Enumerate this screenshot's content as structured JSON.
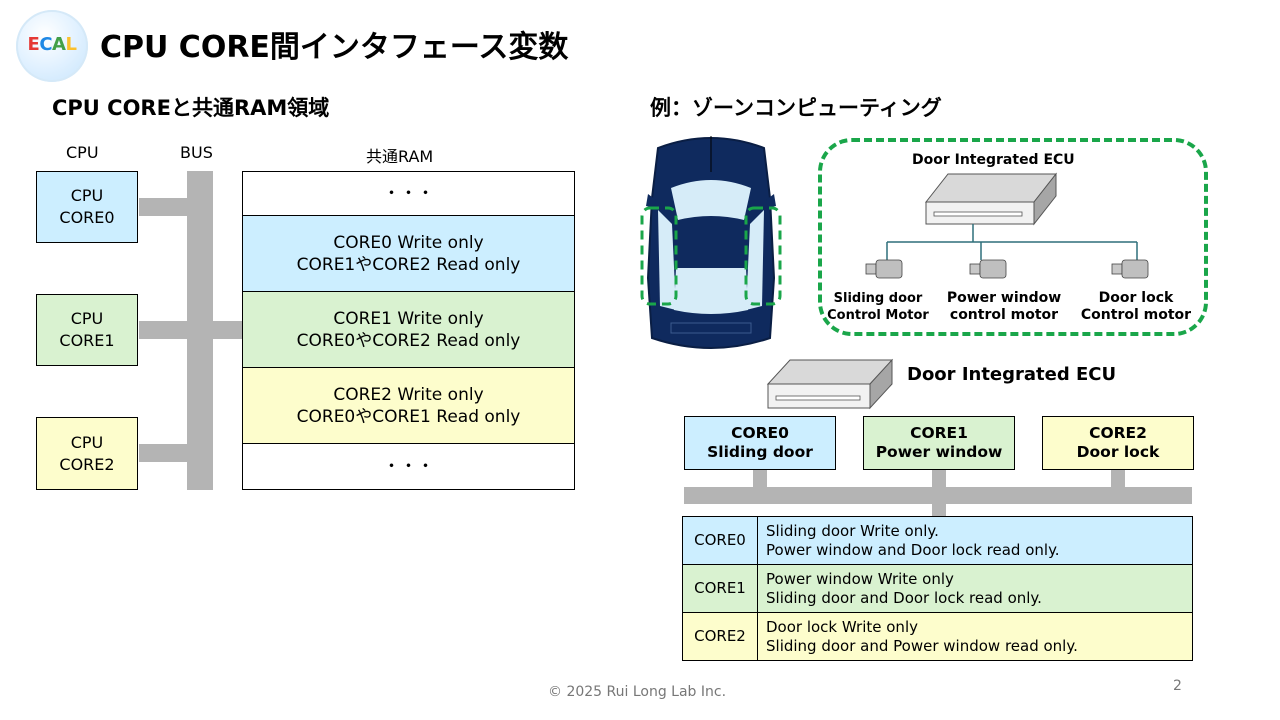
{
  "header": {
    "logo": {
      "letters": [
        {
          "ch": "E",
          "color": "#e53935"
        },
        {
          "ch": "C",
          "color": "#1e88e5"
        },
        {
          "ch": "A",
          "color": "#43a047"
        },
        {
          "ch": "L",
          "color": "#fbc02d"
        }
      ]
    },
    "title": "CPU CORE間インタフェース変数"
  },
  "left": {
    "subtitle": "CPU COREと共通RAM領域",
    "col_cpu": "CPU",
    "col_bus": "BUS",
    "col_ram": "共通RAM",
    "cpus": [
      {
        "line1": "CPU",
        "line2": "CORE0",
        "color": "#cceeff"
      },
      {
        "line1": "CPU",
        "line2": "CORE1",
        "color": "#d9f2d0"
      },
      {
        "line1": "CPU",
        "line2": "CORE2",
        "color": "#fdfdcc"
      }
    ],
    "ram": {
      "ellipsis": "・・・",
      "rows": [
        {
          "line1": "CORE0 Write only",
          "line2": "CORE1やCORE2 Read only",
          "color": "#cceeff"
        },
        {
          "line1": "CORE1 Write only",
          "line2": "CORE0やCORE2 Read only",
          "color": "#d9f2d0"
        },
        {
          "line1": "CORE2 Write only",
          "line2": "CORE0やCORE1 Read only",
          "color": "#fdfdcc"
        }
      ]
    }
  },
  "right": {
    "subtitle": "例：ゾーンコンピューティング",
    "zone": {
      "ecu_title": "Door Integrated ECU",
      "motors": [
        {
          "line1": "Sliding door",
          "line2": "Control Motor"
        },
        {
          "line1": "Power window",
          "line2": "control motor"
        },
        {
          "line1": "Door lock",
          "line2": "Control motor"
        }
      ],
      "border_color": "#1aa64a"
    },
    "ecu_title": "Door Integrated ECU",
    "cores": [
      {
        "line1": "CORE0",
        "line2": "Sliding door",
        "color": "#cceeff"
      },
      {
        "line1": "CORE1",
        "line2": "Power window",
        "color": "#d9f2d0"
      },
      {
        "line1": "CORE2",
        "line2": "Door lock",
        "color": "#fdfdcc"
      }
    ],
    "table": [
      {
        "core": "CORE0",
        "line1": "Sliding door Write only.",
        "line2": "Power window and Door lock read only.",
        "color": "#cceeff"
      },
      {
        "core": "CORE1",
        "line1": "Power window Write only",
        "line2": "Sliding door and Door lock read only.",
        "color": "#d9f2d0"
      },
      {
        "core": "CORE2",
        "line1": "Door lock Write only",
        "line2": "Sliding door and Power window read only.",
        "color": "#fdfdcc"
      }
    ]
  },
  "footer": {
    "copyright": "© 2025 Rui Long Lab Inc.",
    "page_number": "2"
  }
}
